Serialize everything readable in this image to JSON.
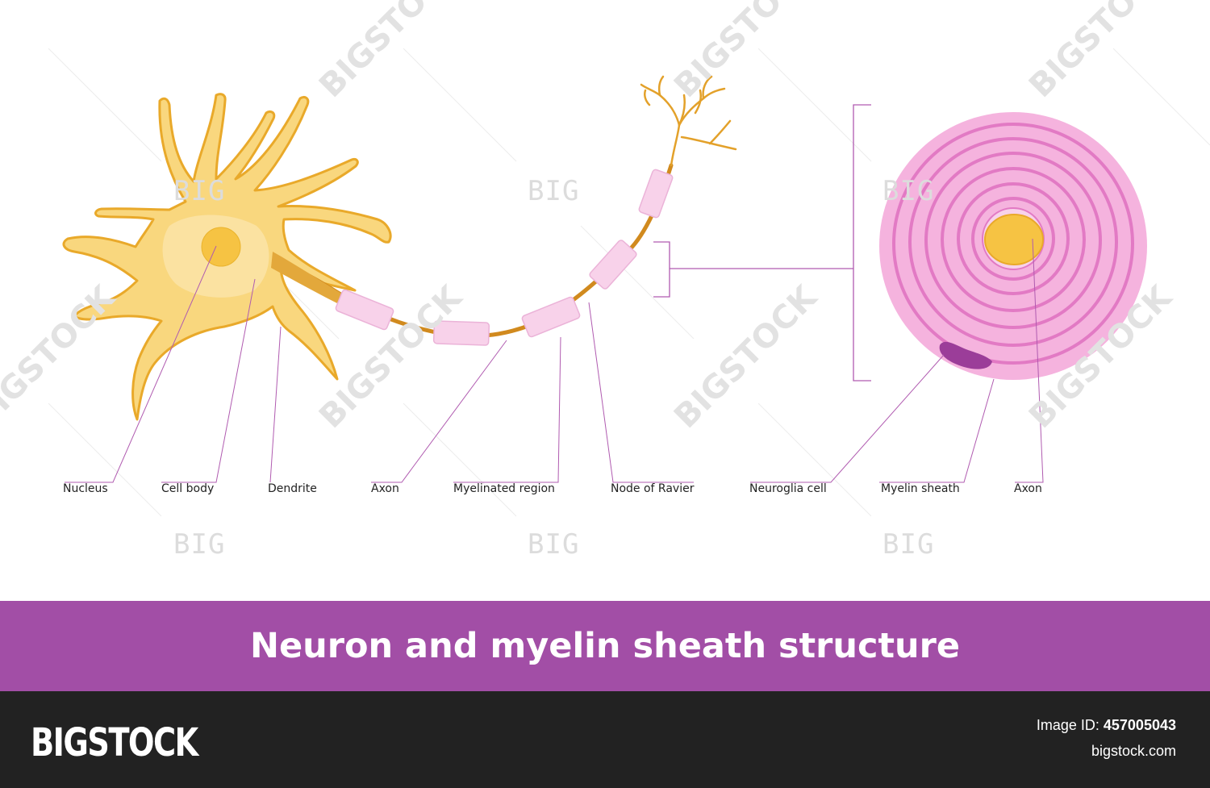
{
  "labels": {
    "nucleus": "Nucleus",
    "cell_body": "Cell body",
    "dendrite": "Dendrite",
    "axon": "Axon",
    "myelinated_region": "Myelinated region",
    "node_of_ravier": "Node of Ravier",
    "neuroglia_cell": "Neuroglia cell",
    "myelin_sheath": "Myelin sheath",
    "axon_cross_section": "Axon"
  },
  "banner": {
    "title": "Neuron and myelin sheath structure"
  },
  "footer": {
    "brand": "BIGSTOCK",
    "image_id_label": "Image ID:",
    "image_id_value": "457005043",
    "site": "bigstock.com"
  },
  "watermark": {
    "short": "BIG",
    "long": "BIGSTOCK"
  },
  "colors": {
    "banner": "#a24ea6",
    "footer": "#222222",
    "cell_body": "#f9d77e",
    "nucleus": "#f6c343",
    "axon": "#d18a1e",
    "myelin": "#f8d2ea",
    "sheath_ring": "#f5b3de",
    "sheath_line": "#e27ac4",
    "neuroglia": "#9b3d99",
    "leader_line": "#b05bb0"
  }
}
